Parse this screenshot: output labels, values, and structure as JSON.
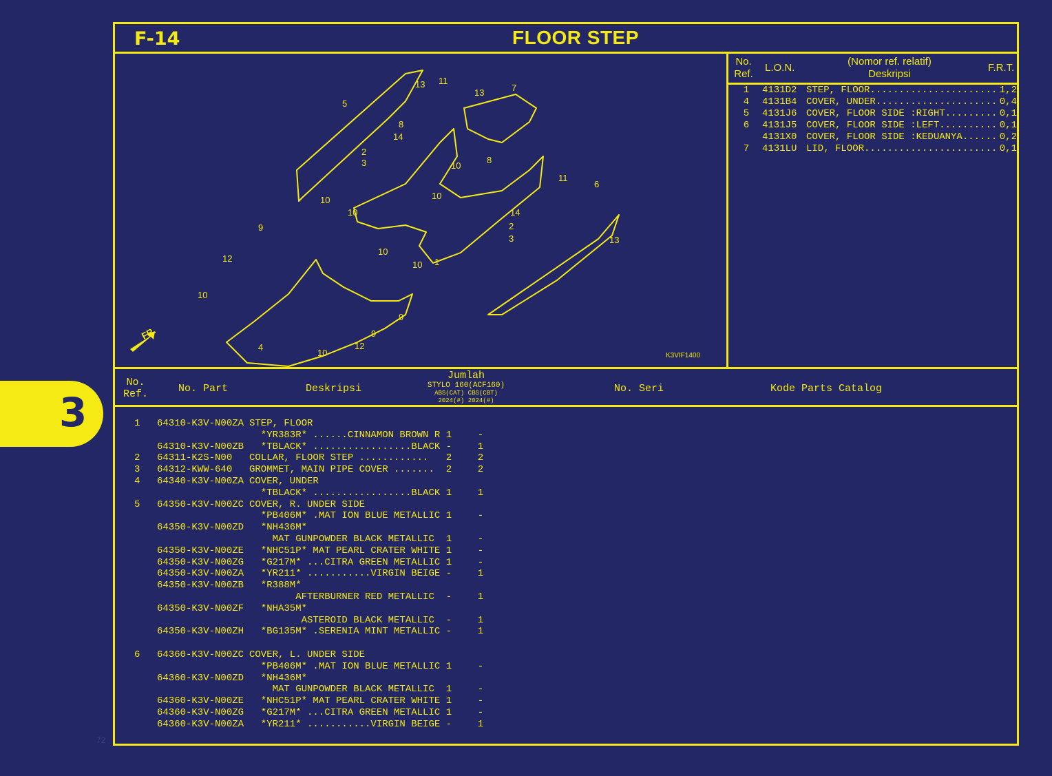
{
  "page": {
    "figure_code": "F-14",
    "title": "FLOOR STEP",
    "section_tab": "3",
    "page_number": "72"
  },
  "diagram": {
    "image_code": "K3VIF1400",
    "front_arrow": "FR.",
    "callouts": [
      "1",
      "2",
      "3",
      "4",
      "5",
      "6",
      "7",
      "8",
      "9",
      "10",
      "11",
      "12",
      "13",
      "14"
    ]
  },
  "lon_table": {
    "headers": {
      "no_ref_1": "No.",
      "no_ref_2": "Ref.",
      "lon": "L.O.N.",
      "desc_1": "(Nomor ref. relatif)",
      "desc_2": "Deskripsi",
      "frt": "F.R.T."
    },
    "rows": [
      {
        "ref": "1",
        "lon": "4131D2",
        "desc": "STEP, FLOOR......................",
        "frt": "1,2"
      },
      {
        "ref": "4",
        "lon": "4131B4",
        "desc": "COVER, UNDER.....................",
        "frt": "0,4"
      },
      {
        "ref": "5",
        "lon": "4131J6",
        "desc": "COVER, FLOOR SIDE :RIGHT.........",
        "frt": "0,1"
      },
      {
        "ref": "6",
        "lon": "4131J5",
        "desc": "COVER, FLOOR SIDE :LEFT..........",
        "frt": "0,1"
      },
      {
        "ref": "",
        "lon": "4131X0",
        "desc": "COVER, FLOOR SIDE :KEDUANYA......",
        "frt": "0,2"
      },
      {
        "ref": "7",
        "lon": "4131LU",
        "desc": "LID, FLOOR.......................",
        "frt": "0,1"
      }
    ]
  },
  "parts_table": {
    "headers": {
      "no_ref_1": "No.",
      "no_ref_2": "Ref.",
      "part_no": "No. Part",
      "desc": "Deskripsi",
      "jumlah": "Jumlah",
      "model": "STYLO 160(ACF160)",
      "variants": "ABS(CAT) CBS(CBT)",
      "years": "2024(#)  2024(#)",
      "serial": "No. Seri",
      "catalog": "Kode Parts Catalog"
    },
    "rows": [
      {
        "ref": "1",
        "pn": "64310-K3V-N00ZA",
        "desc": "STEP, FLOOR",
        "q1": "",
        "q2": ""
      },
      {
        "ref": "",
        "pn": "",
        "desc": "  *YR383R* ......CINNAMON BROWN R",
        "q1": "1",
        "q2": "-"
      },
      {
        "ref": "",
        "pn": "64310-K3V-N00ZB",
        "desc": "  *TBLACK* .................BLACK",
        "q1": "-",
        "q2": "1"
      },
      {
        "ref": "2",
        "pn": "64311-K2S-N00",
        "desc": "COLLAR, FLOOR STEP ............",
        "q1": "2",
        "q2": "2"
      },
      {
        "ref": "3",
        "pn": "64312-KWW-640",
        "desc": "GROMMET, MAIN PIPE COVER .......",
        "q1": "2",
        "q2": "2"
      },
      {
        "ref": "4",
        "pn": "64340-K3V-N00ZA",
        "desc": "COVER, UNDER",
        "q1": "",
        "q2": ""
      },
      {
        "ref": "",
        "pn": "",
        "desc": "  *TBLACK* .................BLACK",
        "q1": "1",
        "q2": "1"
      },
      {
        "ref": "5",
        "pn": "64350-K3V-N00ZC",
        "desc": "COVER, R. UNDER SIDE",
        "q1": "",
        "q2": ""
      },
      {
        "ref": "",
        "pn": "",
        "desc": "  *PB406M* .MAT ION BLUE METALLIC",
        "q1": "1",
        "q2": "-"
      },
      {
        "ref": "",
        "pn": "64350-K3V-N00ZD",
        "desc": "  *NH436M*",
        "q1": "",
        "q2": ""
      },
      {
        "ref": "",
        "pn": "",
        "desc": "    MAT GUNPOWDER BLACK METALLIC",
        "q1": "1",
        "q2": "-"
      },
      {
        "ref": "",
        "pn": "64350-K3V-N00ZE",
        "desc": "  *NHC51P* MAT PEARL CRATER WHITE",
        "q1": "1",
        "q2": "-"
      },
      {
        "ref": "",
        "pn": "64350-K3V-N00ZG",
        "desc": "  *G217M* ...CITRA GREEN METALLIC",
        "q1": "1",
        "q2": "-"
      },
      {
        "ref": "",
        "pn": "64350-K3V-N00ZA",
        "desc": "  *YR211* ...........VIRGIN BEIGE",
        "q1": "-",
        "q2": "1"
      },
      {
        "ref": "",
        "pn": "64350-K3V-N00ZB",
        "desc": "  *R388M*",
        "q1": "",
        "q2": ""
      },
      {
        "ref": "",
        "pn": "",
        "desc": "        AFTERBURNER RED METALLIC",
        "q1": "-",
        "q2": "1"
      },
      {
        "ref": "",
        "pn": "64350-K3V-N00ZF",
        "desc": "  *NHA35M*",
        "q1": "",
        "q2": ""
      },
      {
        "ref": "",
        "pn": "",
        "desc": "         ASTEROID BLACK METALLIC",
        "q1": "-",
        "q2": "1"
      },
      {
        "ref": "",
        "pn": "64350-K3V-N00ZH",
        "desc": "  *BG135M* .SERENIA MINT METALLIC",
        "q1": "-",
        "q2": "1"
      },
      {
        "ref": "",
        "pn": "",
        "desc": "",
        "q1": "",
        "q2": ""
      },
      {
        "ref": "6",
        "pn": "64360-K3V-N00ZC",
        "desc": "COVER, L. UNDER SIDE",
        "q1": "",
        "q2": ""
      },
      {
        "ref": "",
        "pn": "",
        "desc": "  *PB406M* .MAT ION BLUE METALLIC",
        "q1": "1",
        "q2": "-"
      },
      {
        "ref": "",
        "pn": "64360-K3V-N00ZD",
        "desc": "  *NH436M*",
        "q1": "",
        "q2": ""
      },
      {
        "ref": "",
        "pn": "",
        "desc": "    MAT GUNPOWDER BLACK METALLIC",
        "q1": "1",
        "q2": "-"
      },
      {
        "ref": "",
        "pn": "64360-K3V-N00ZE",
        "desc": "  *NHC51P* MAT PEARL CRATER WHITE",
        "q1": "1",
        "q2": "-"
      },
      {
        "ref": "",
        "pn": "64360-K3V-N00ZG",
        "desc": "  *G217M* ...CITRA GREEN METALLIC",
        "q1": "1",
        "q2": "-"
      },
      {
        "ref": "",
        "pn": "64360-K3V-N00ZA",
        "desc": "  *YR211* ...........VIRGIN BEIGE",
        "q1": "-",
        "q2": "1"
      }
    ]
  },
  "colors": {
    "background": "#232766",
    "accent": "#f5ea13"
  }
}
